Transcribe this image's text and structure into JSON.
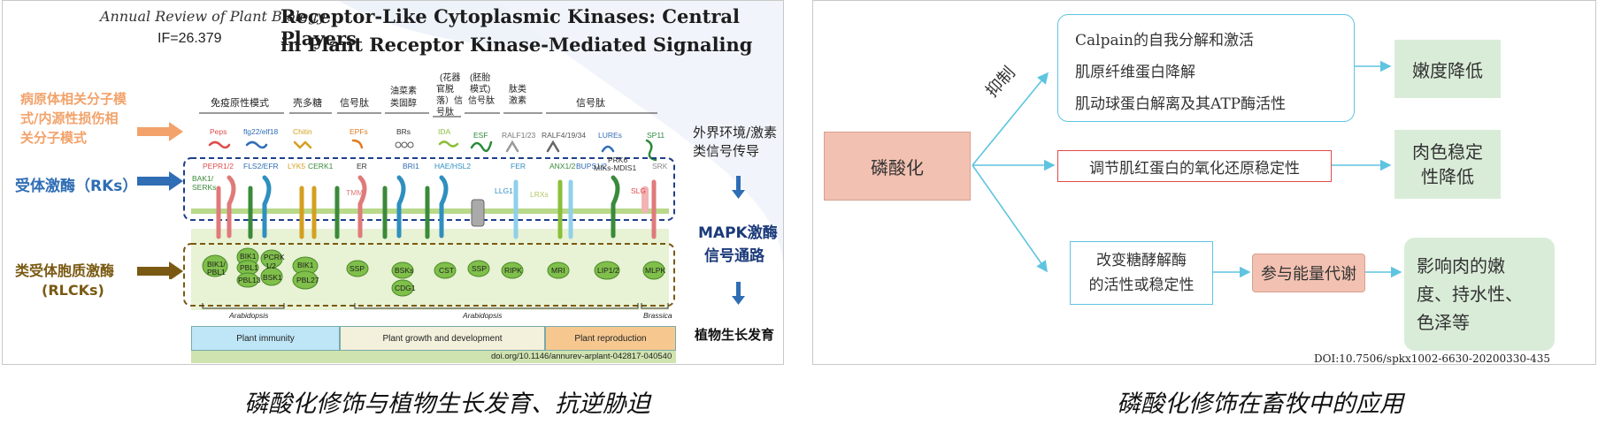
{
  "left_panel": {
    "journal": "Annual Review of Plant Biology",
    "impact": "IF=26.379",
    "title_line1": "Receptor-Like Cytoplasmic Kinases: Central Players",
    "title_line2": "in Plant Receptor Kinase-Mediated Signaling",
    "side_labels": {
      "pamp": [
        "病原体相关分子模",
        "式/内源性损伤相",
        "关分子模式"
      ],
      "rk": "受体激酶（RKs）",
      "rlck": [
        "类受体胞质激酶",
        "(RLCKs)"
      ]
    },
    "categories": [
      "免疫原性模式",
      "壳多糖",
      "信号肽",
      "油菜素",
      "类固醇",
      "(花器",
      "官脱",
      "落）信",
      "号肽",
      "(胚胎",
      "模式)",
      "信号肽",
      "肽类",
      "激素",
      "信号肽"
    ],
    "ligands": [
      "Peps",
      "flg22/elf18",
      "Chitin",
      "EPFs",
      "BRs",
      "IDA",
      "ESF",
      "RALF1/23",
      "RALF4/19/34",
      "LUREs",
      "SP11"
    ],
    "receptors": [
      "PEPR1/2",
      "FLS2/EFR",
      "LYK5",
      "CERK1",
      "ER",
      "BRI1",
      "HAE/HSL2",
      "FER",
      "ANX1/2",
      "BUPS1/2",
      "PRK6",
      "MIKs-MDIS1",
      "SRK",
      "BAK1/",
      "SERKs",
      "TMM",
      "LLG1",
      "LRXs",
      "SLG"
    ],
    "rlcks": [
      "BIK1/",
      "PBL1",
      "BIK1",
      "PBL1",
      "PBL13",
      "PCRK",
      "1/2",
      "BSK1",
      "BIK1",
      "PBL27",
      "SSP",
      "BSKs",
      "CDG1",
      "CST",
      "SSP",
      "RIPK",
      "MRI",
      "LIP1/2",
      "MLPK"
    ],
    "species": [
      "Arabidopsis",
      "Arabidopsis",
      "Brassica"
    ],
    "bottom_bar": [
      "Plant immunity",
      "Plant growth and development",
      "Plant reproduction"
    ],
    "doi": "doi.org/10.1146/annurev-arplant-042817-040540",
    "right_flow": [
      "外界环境/激素",
      "类信号传导",
      "MAPK激酶",
      "信号通路",
      "植物生长发育"
    ]
  },
  "right_panel": {
    "source": "磷酸化",
    "inhibit": "抑制",
    "box1": [
      "Calpain的自我分解和激活",
      "肌原纤维蛋白降解",
      "肌动球蛋白解离及其ATP酶活性"
    ],
    "box2": "调节肌红蛋白的氧化还原稳定性",
    "box3": [
      "改变糖酵解酶",
      "的活性或稳定性"
    ],
    "energy": "参与能量代谢",
    "out1": "嫩度降低",
    "out2": [
      "肉色稳定",
      "性降低"
    ],
    "out3": [
      "影响肉的嫩",
      "度、持水性、",
      "色泽等"
    ],
    "doi": "DOI:10.7506/spkx1002-6630-20200330-435"
  },
  "captions": {
    "left": "磷酸化修饰与植物生长发育、抗逆胁迫",
    "right": "磷酸化修饰在畜牧中的应用"
  },
  "colors": {
    "pamp_orange": "#f2a26a",
    "rk_blue": "#2f6db5",
    "rlck_brown": "#7a5a12",
    "mapk_navy": "#1b3a7a",
    "source_fill": "#f2c1b1",
    "green_fill": "#d9ecd8",
    "cyan_line": "#5ec4e0",
    "red_border": "#e04b4b"
  }
}
